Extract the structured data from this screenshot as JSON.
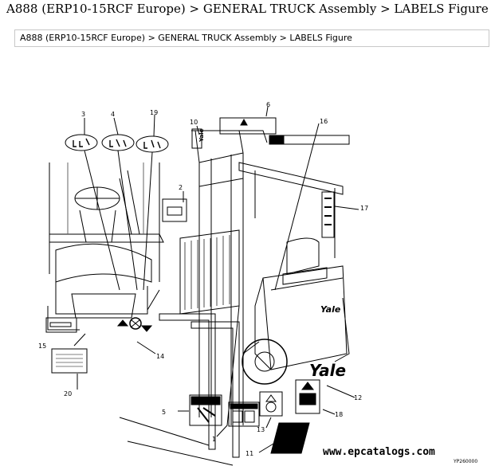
{
  "page": {
    "title": "A888 (ERP10-15RCF Europe) > GENERAL TRUCK Assembly > LABELS Figure"
  },
  "breadcrumb": {
    "text": "A888 (ERP10-15RCF Europe) > GENERAL TRUCK Assembly > LABELS Figure"
  },
  "diagram": {
    "callouts": [
      "1",
      "2",
      "3",
      "4",
      "5",
      "6",
      "10",
      "11",
      "12",
      "13",
      "14",
      "15",
      "16",
      "17",
      "18",
      "19",
      "20"
    ],
    "brand_labels": [
      "Yale",
      "Yale",
      "Yale"
    ],
    "figure_code": "YP260000",
    "watermark": "www.epcatalogs.com"
  }
}
